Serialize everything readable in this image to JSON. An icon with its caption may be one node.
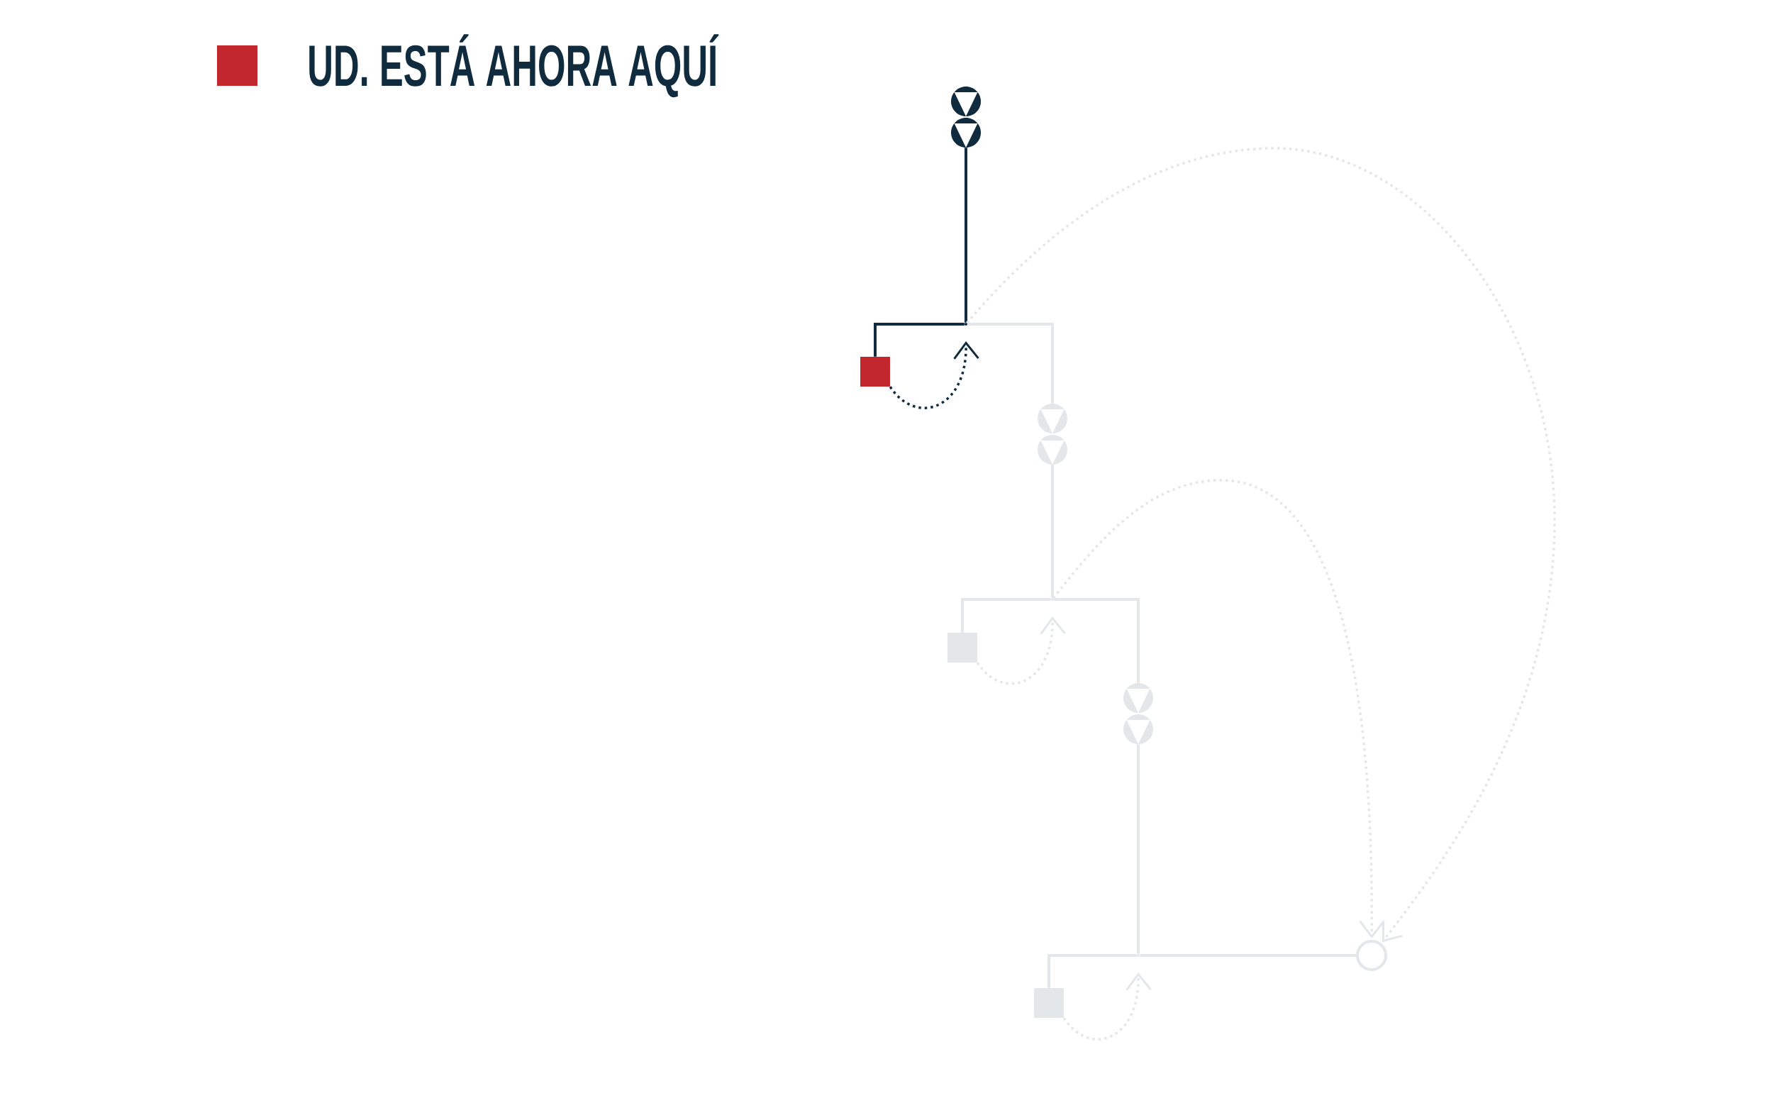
{
  "diagram": {
    "nodes": [
      {
        "text": [],
        "shape": "pump"
      },
      {
        "text": [],
        "shape": "dot"
      },
      {
        "text": [],
        "shape": "box"
      },
      {
        "text": [],
        "shape": "pump"
      },
      {
        "text": [],
        "shape": "dot"
      },
      {
        "text": [],
        "shape": "box"
      },
      {
        "text": [],
        "shape": "pump"
      },
      {
        "text": [],
        "shape": "dot"
      },
      {
        "text": [],
        "shape": "circle"
      },
      {
        "text": [],
        "shape": "box"
      }
    ],
    "edges": [
      {
        "from": 0,
        "to": 1,
        "arrow": "none",
        "color": "#0f2b3d"
      },
      {
        "from": 1,
        "to": 2,
        "arrow": "none",
        "color": "#0f2b3d"
      },
      {
        "from": 2,
        "to": 1,
        "arrow": "to",
        "style": "dashed",
        "color": "#0f2b3d"
      },
      {
        "from": 1,
        "to": 3,
        "arrow": "none"
      },
      {
        "from": 1,
        "to": 8,
        "arrow": "to",
        "style": "dashed"
      },
      {
        "from": 3,
        "to": 4,
        "arrow": "none"
      },
      {
        "from": 4,
        "to": 5,
        "arrow": "none"
      },
      {
        "from": 5,
        "to": 4,
        "arrow": "to",
        "style": "dashed"
      },
      {
        "from": 4,
        "to": 6,
        "arrow": "none"
      },
      {
        "from": 4,
        "to": 8,
        "arrow": "to",
        "style": "dashed"
      },
      {
        "from": 6,
        "to": 7,
        "arrow": "none"
      },
      {
        "from": 7,
        "to": 9,
        "arrow": "none"
      },
      {
        "from": 9,
        "to": 7,
        "arrow": "to",
        "style": "dashed"
      },
      {
        "from": 7,
        "to": 8,
        "arrow": "none"
      }
    ],
    "legend": [
      {
        "text": "UD. ESTÁ AHORA AQUÍ",
        "color": "#c1272d"
      }
    ]
  }
}
